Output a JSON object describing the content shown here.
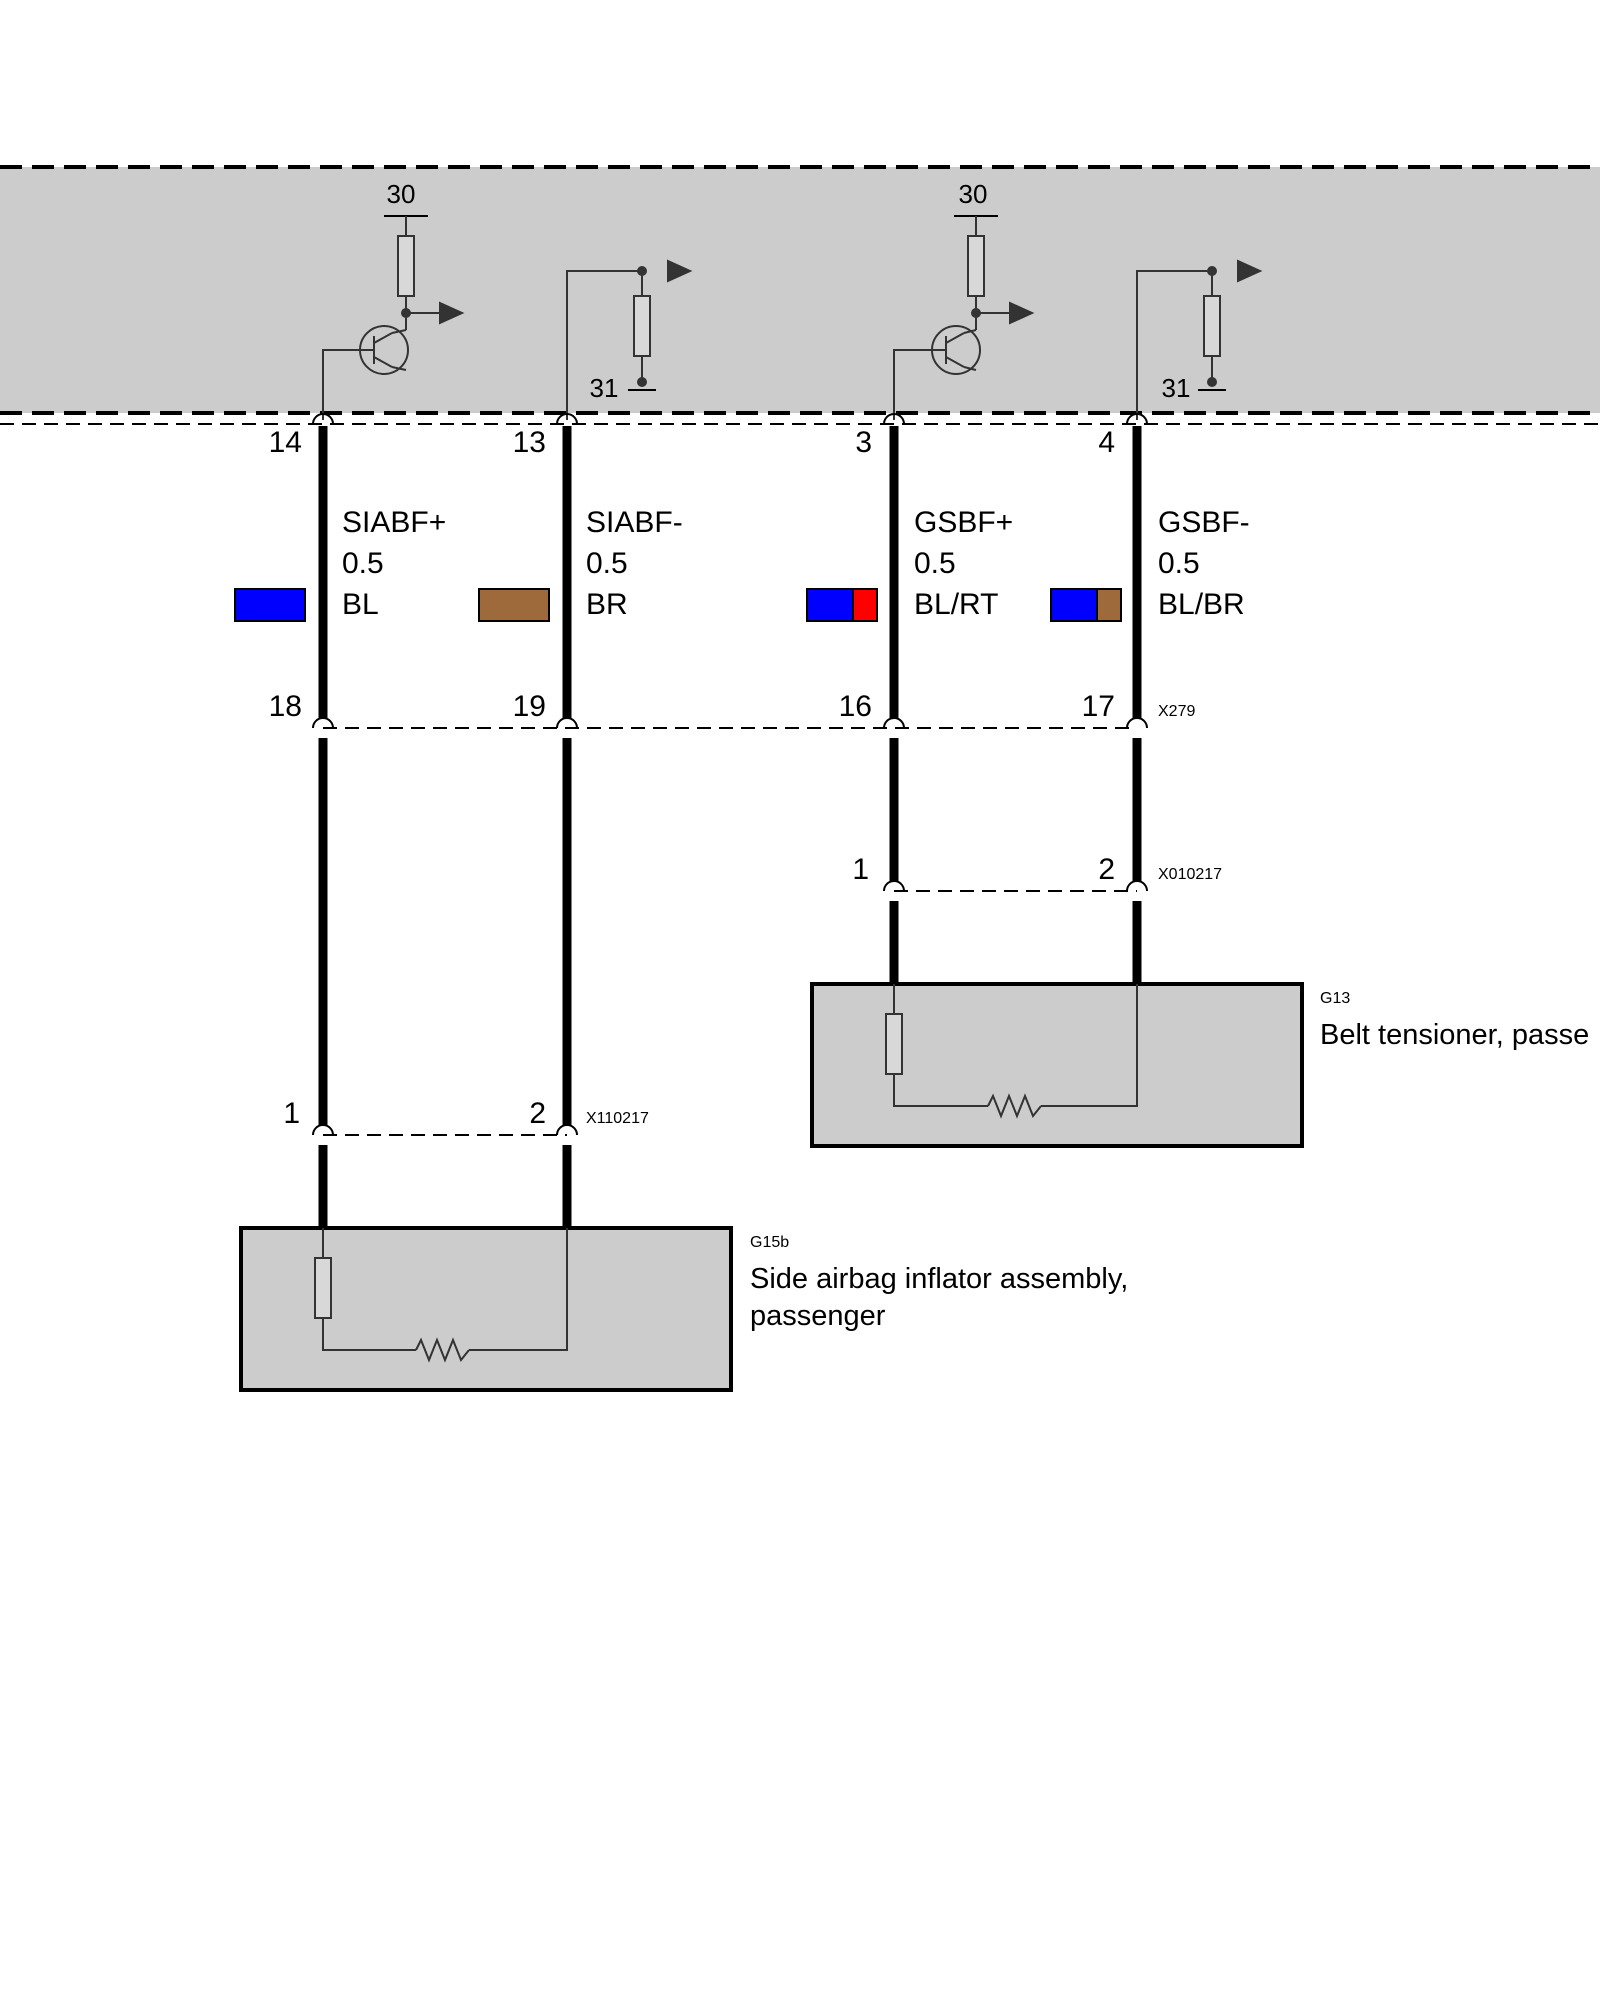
{
  "colors": {
    "panel_fill": "#cccccc",
    "wire": "#000000",
    "BL": "#0000ff",
    "BR": "#9e6a3c",
    "RT": "#ff0000"
  },
  "control_unit": {
    "supply_labels": [
      "30",
      "30"
    ],
    "ground_labels": [
      "31",
      "31"
    ]
  },
  "wires": [
    {
      "top_pin": "14",
      "signal": "SIABF+",
      "size": "0.5",
      "color_code": "BL",
      "colors": [
        "#0000ff"
      ],
      "mid_pin": "18"
    },
    {
      "top_pin": "13",
      "signal": "SIABF-",
      "size": "0.5",
      "color_code": "BR",
      "colors": [
        "#9e6a3c"
      ],
      "mid_pin": "19"
    },
    {
      "top_pin": "3",
      "signal": "GSBF+",
      "size": "0.5",
      "color_code": "BL/RT",
      "colors": [
        "#0000ff",
        "#ff0000"
      ],
      "mid_pin": "16"
    },
    {
      "top_pin": "4",
      "signal": "GSBF-",
      "size": "0.5",
      "color_code": "BL/BR",
      "colors": [
        "#0000ff",
        "#9e6a3c"
      ],
      "mid_pin": "17"
    }
  ],
  "connectors": {
    "x279": {
      "code": "X279"
    },
    "x010217": {
      "code": "X010217",
      "pins": [
        "1",
        "2"
      ]
    },
    "x110217": {
      "code": "X110217",
      "pins": [
        "1",
        "2"
      ]
    }
  },
  "components": {
    "g13": {
      "code": "G13",
      "description": "Belt tensioner, passe"
    },
    "g15b": {
      "code": "G15b",
      "description_lines": [
        "Side airbag inflator assembly,",
        "passenger"
      ]
    }
  }
}
